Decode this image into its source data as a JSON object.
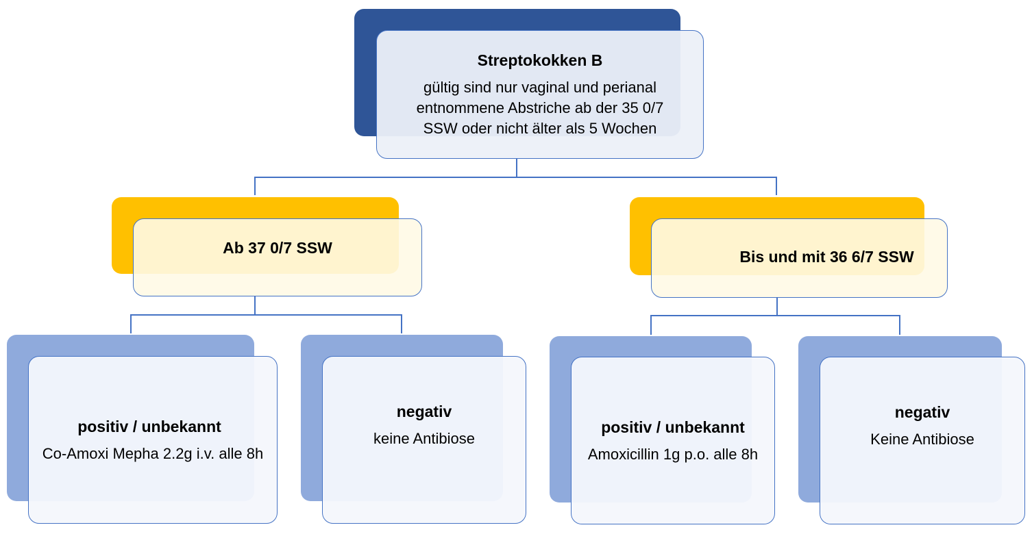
{
  "colors": {
    "connector": "#4472c4",
    "root_back": "#2f5597",
    "root_front": "#e8ecf5",
    "level2_back": "#ffc000",
    "level2_front": "#fff8e3",
    "leaf_back": "#8faadc",
    "leaf_front": "#f3f6fb",
    "border": "#4472c4"
  },
  "root": {
    "title": "Streptokokken B",
    "text": "gültig sind nur vaginal und perianal entnommene Abstriche ab der 35 0/7 SSW oder nicht älter als 5 Wochen"
  },
  "branches": [
    {
      "label": "Ab 37 0/7 SSW",
      "children": [
        {
          "title": "positiv / unbekannt",
          "text": "Co-Amoxi Mepha 2.2g i.v. alle 8h"
        },
        {
          "title": "negativ",
          "text": "keine Antibiose"
        }
      ]
    },
    {
      "label": "Bis und mit 36 6/7 SSW",
      "children": [
        {
          "title": "positiv / unbekannt",
          "text": "Amoxicillin 1g p.o. alle 8h"
        },
        {
          "title": "negativ",
          "text": "Keine Antibiose"
        }
      ]
    }
  ]
}
